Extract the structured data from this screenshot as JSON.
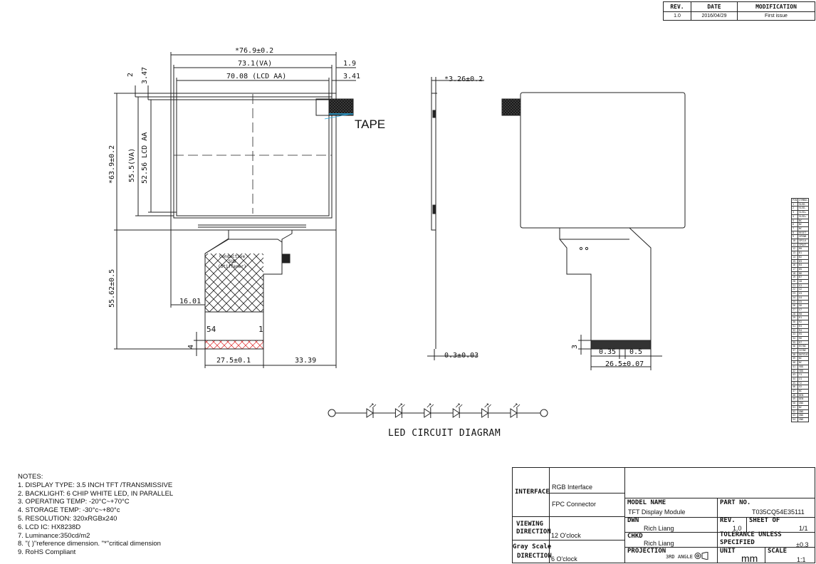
{
  "revision_table": {
    "headers": [
      "REV.",
      "DATE",
      "MODIFICATION"
    ],
    "rows": [
      [
        "1.0",
        "2016/04/29",
        "First issue"
      ]
    ]
  },
  "front_view": {
    "dims": {
      "outline_width": "*76.9±0.2",
      "va_width": "73.1(VA)",
      "aa_width": "70.08 (LCD AA)",
      "right_1": "1.9",
      "right_2": "3.41",
      "top_1": "2",
      "top_2": "3.47",
      "outline_height": "*63.9±0.2",
      "va_height": "55.5(VA)",
      "aa_height": "52.56 LCD AA",
      "fpc_length": "55.62±0.5",
      "fpc_offset": "16.01",
      "fpc_width": "27.5±0.1",
      "fpc_right": "33.39",
      "tail": "4"
    },
    "tape_label": "TAPE",
    "pin_first": "54",
    "pin_last": "1",
    "stiffener_text": [
      "Conductive",
      "SUS",
      "(Stiffener)"
    ]
  },
  "side_view": {
    "thickness": "*3.26±0.2",
    "fpc_thickness": "0.3±0.03"
  },
  "back_view": {
    "dims": {
      "pitch": "0.35",
      "pin_width": "0.5",
      "contact_width": "26.5±0.07",
      "contact_length": "3"
    }
  },
  "led_diagram": {
    "title": "LED CIRCUIT DIAGRAM",
    "led_count": 6
  },
  "notes": {
    "heading": "NOTES:",
    "items": [
      "1. DISPLAY TYPE: 3.5  INCH TFT /TRANSMISSIVE",
      "2. BACKLIGHT: 6 CHIP WHITE LED, IN PARALLEL",
      "3. OPERATING TEMP: -20°C~+70°C",
      "4. STORAGE TEMP: -30°c~+80°c",
      "5. RESOLUTION: 320xRGBx240",
      "6. LCD IC: HX8238D",
      "7.  Luminance:350cd/m2",
      "8. \"( )\"reference dimension. \"*\"critical dimension",
      "9. RoHS Compliant"
    ]
  },
  "title_block": {
    "interface_label": "INTERFACE",
    "interface_values": [
      "RGB Interface",
      "FPC Connector"
    ],
    "viewing_label": [
      "VIEWING",
      "DIRECTION"
    ],
    "viewing_value": "12 O'clock",
    "grayscale_label": [
      "Gray Scale",
      "DIRECTION"
    ],
    "grayscale_value": "6 O'clock",
    "model_name_label": "MODEL NAME",
    "model_name": "TFT Display Module",
    "part_no_label": "PART NO.",
    "part_no": "T035CQ54E35111",
    "dwn_label": "DWN",
    "dwn": "Rich Liang",
    "rev_label": "REV.",
    "rev": "1.0",
    "sheet_label": "SHEET OF",
    "sheet": "1/1",
    "chkd_label": "CHKD",
    "chkd": "Rich Liang",
    "tolerance_label": [
      "TOLERANCE UNLESS",
      "SPECIFIED"
    ],
    "tolerance": "±0.3",
    "projection_label": "PROJECTION",
    "projection": "3RD ANGLE",
    "unit_label": "UNIT",
    "unit": "mm",
    "scale_label": "SCALE",
    "scale": "1:1"
  },
  "pin_table": {
    "headers": [
      "PIN",
      "SYMBOL"
    ],
    "pins": [
      [
        "1",
        "VLED-"
      ],
      [
        "2",
        "VLED-"
      ],
      [
        "3",
        "VLED+"
      ],
      [
        "4",
        "VLED+"
      ],
      [
        "5",
        "NC"
      ],
      [
        "6",
        "NC"
      ],
      [
        "7",
        "NC"
      ],
      [
        "8",
        "RESET"
      ],
      [
        "9",
        "SPENB"
      ],
      [
        "10",
        "SPCLK"
      ],
      [
        "11",
        "SPDAT"
      ],
      [
        "12",
        "B0"
      ],
      [
        "13",
        "B1"
      ],
      [
        "14",
        "B2"
      ],
      [
        "15",
        "B3"
      ],
      [
        "16",
        "B4"
      ],
      [
        "17",
        "B5"
      ],
      [
        "18",
        "B6"
      ],
      [
        "19",
        "B7"
      ],
      [
        "20",
        "G0"
      ],
      [
        "21",
        "G1"
      ],
      [
        "22",
        "G2"
      ],
      [
        "23",
        "G3"
      ],
      [
        "24",
        "G4"
      ],
      [
        "25",
        "G5"
      ],
      [
        "26",
        "G6"
      ],
      [
        "27",
        "G7"
      ],
      [
        "28",
        "R0"
      ],
      [
        "29",
        "R1"
      ],
      [
        "30",
        "R2"
      ],
      [
        "31",
        "R3"
      ],
      [
        "32",
        "R4"
      ],
      [
        "33",
        "R5"
      ],
      [
        "34",
        "R6"
      ],
      [
        "35",
        "R7"
      ],
      [
        "36",
        "HSYNC"
      ],
      [
        "37",
        "VSYNC"
      ],
      [
        "38",
        "DOTCLK"
      ],
      [
        "39",
        "NC"
      ],
      [
        "40",
        "NC"
      ],
      [
        "41",
        "VDD"
      ],
      [
        "42",
        "VDD"
      ],
      [
        "43",
        "Y1"
      ],
      [
        "44",
        "X1"
      ],
      [
        "45",
        "Y2"
      ],
      [
        "46",
        "X2"
      ],
      [
        "47",
        "NC"
      ],
      [
        "48",
        "DEN"
      ],
      [
        "49",
        "DEN"
      ],
      [
        "50",
        "GND"
      ],
      [
        "51",
        "NC"
      ],
      [
        "52",
        "GND"
      ],
      [
        "53",
        "GND"
      ],
      [
        "54",
        "GND"
      ]
    ]
  }
}
